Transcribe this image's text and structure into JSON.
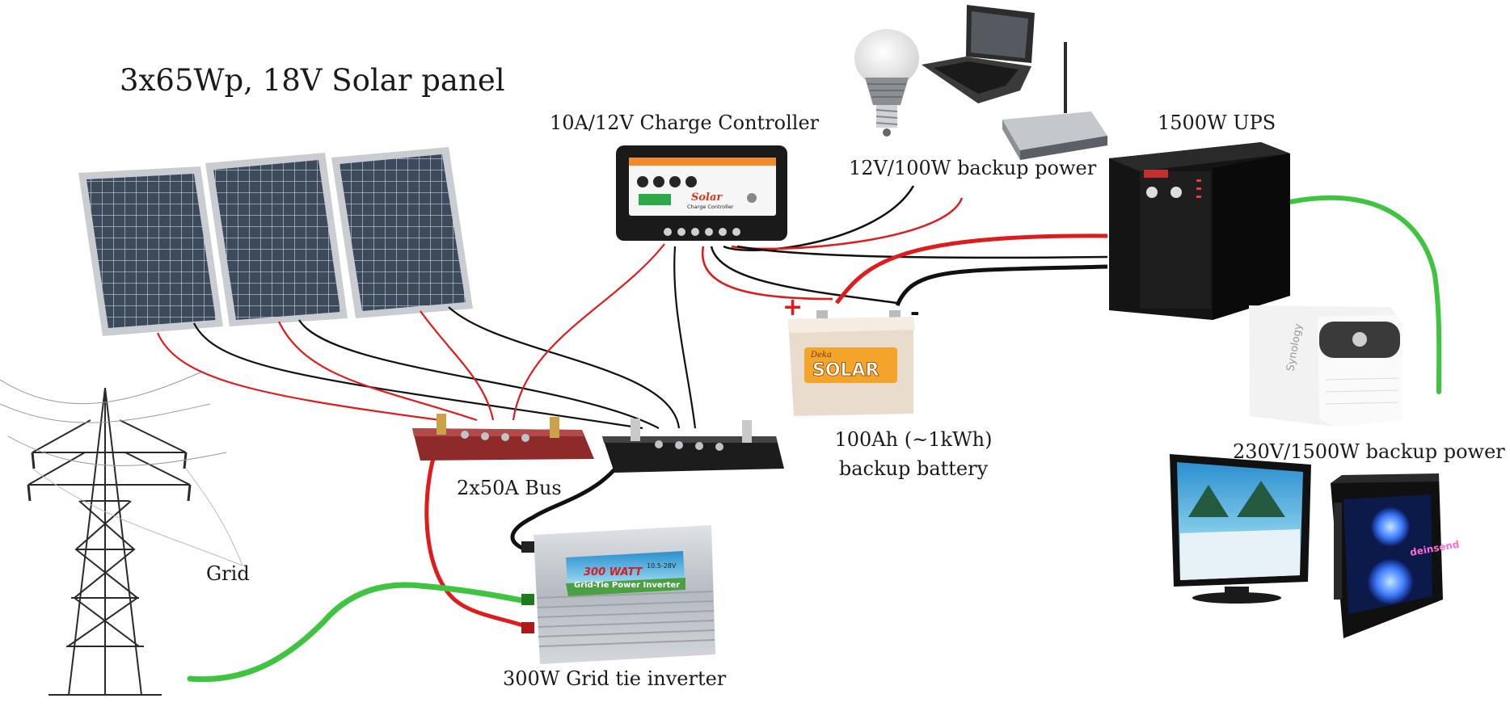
{
  "labels": {
    "solar_panel": "3x65Wp, 18V Solar panel",
    "charge_controller": "10A/12V Charge Controller",
    "backup_12v": "12V/100W backup power",
    "ups": "1500W UPS",
    "backup_230v": "230V/1500W backup power",
    "battery_line1": "100Ah (~1kWh)",
    "battery_line2": "backup battery",
    "bus": "2x50A Bus",
    "grid": "Grid",
    "inverter": "300W Grid tie inverter"
  },
  "device_text": {
    "controller_brand": "Solar",
    "controller_sub": "Charge Controller",
    "battery_brand_top": "Deka",
    "battery_brand": "SOLAR",
    "inverter_watt": "300 WATT",
    "inverter_model": "Grid-Tie Power Inverter",
    "inverter_volt": "10.5-28V",
    "nas_brand": "Synology",
    "pc_brand": "deinsend",
    "polarity_plus": "+",
    "polarity_minus": "-"
  },
  "colors": {
    "wire_red": "#e01b1b",
    "wire_black": "#111111",
    "wire_green": "#3ec43e",
    "panel_frame": "#c9ccd1",
    "panel_cell": "#3d4a5c",
    "bus_red": "#8e2a2a",
    "bus_black": "#1c1c1c",
    "battery_body": "#e9dccd",
    "battery_label": "#f2a52a"
  }
}
